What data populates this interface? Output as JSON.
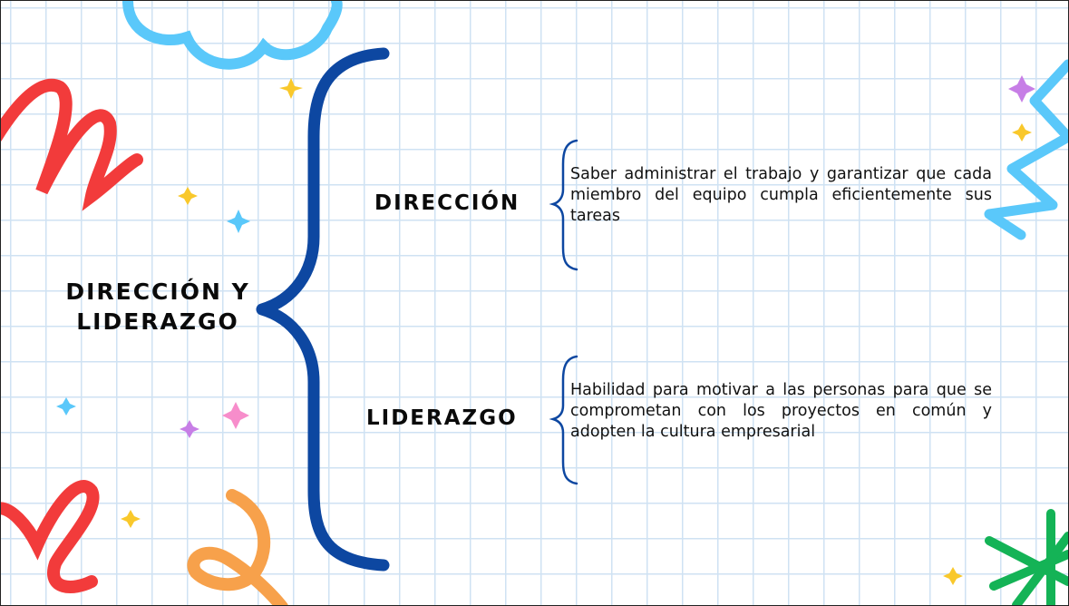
{
  "diagram": {
    "root": "DIRECCIÓN Y LIDERAZGO",
    "branches": [
      {
        "label": "DIRECCIÓN",
        "description": "Saber administrar el trabajo y garantizar que cada miembro del equipo cumpla eficientemente sus tareas"
      },
      {
        "label": "LIDERAZGO",
        "description": "Habilidad para motivar a las personas para que se comprometan con los proyectos en común y adopten la cultura empresarial"
      }
    ]
  },
  "colors": {
    "brace": "#0d47a1",
    "grid": "#cfe2f3",
    "red": "#f23b3b",
    "sky": "#5ac8fa",
    "orange": "#f7a14b",
    "green": "#14b356",
    "yellow": "#f9c82b",
    "pink": "#f78dcb",
    "purple": "#c77ee6"
  }
}
